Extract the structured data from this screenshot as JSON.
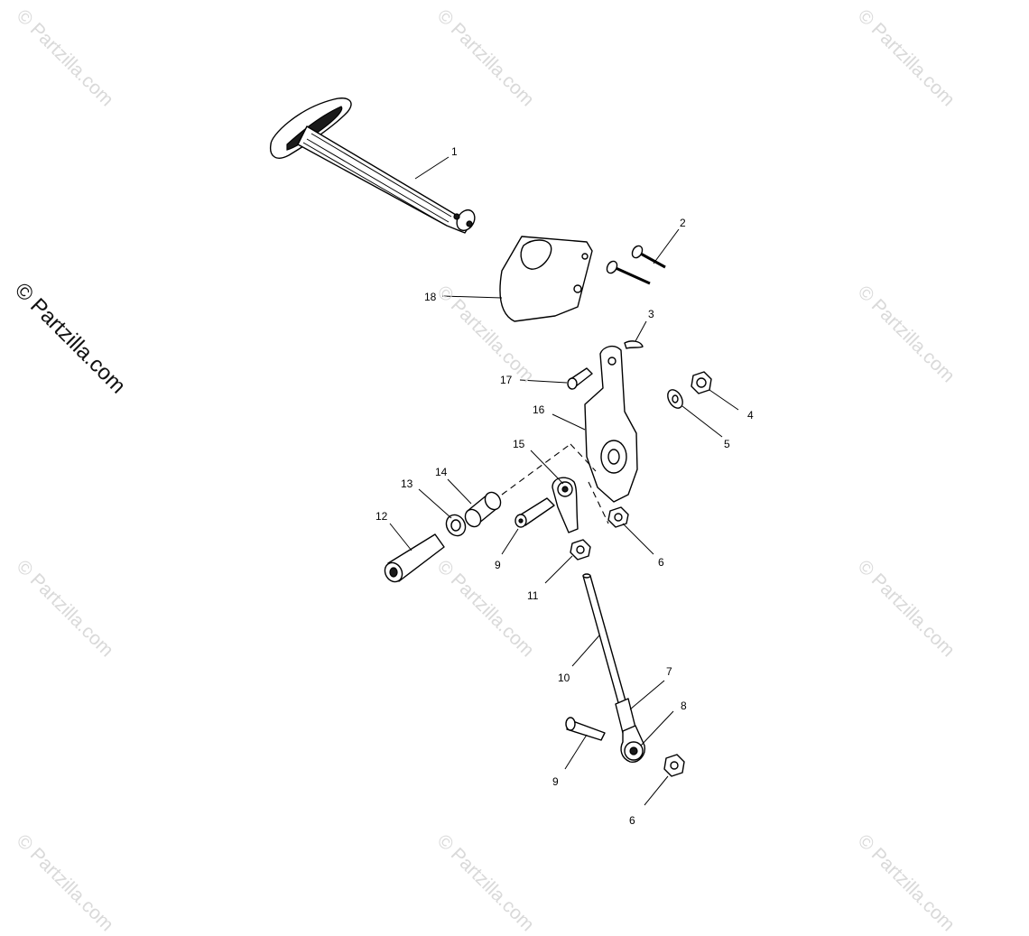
{
  "watermark": {
    "text": "© Partzilla.com",
    "main_text": "© Partzilla.com"
  },
  "callouts": [
    "1",
    "2",
    "3",
    "4",
    "5",
    "6",
    "6",
    "7",
    "8",
    "9",
    "9",
    "10",
    "11",
    "12",
    "13",
    "14",
    "15",
    "16",
    "17",
    "18"
  ],
  "colors": {
    "ink": "#000000",
    "watermark": "#d9d9d9",
    "background": "#ffffff"
  }
}
